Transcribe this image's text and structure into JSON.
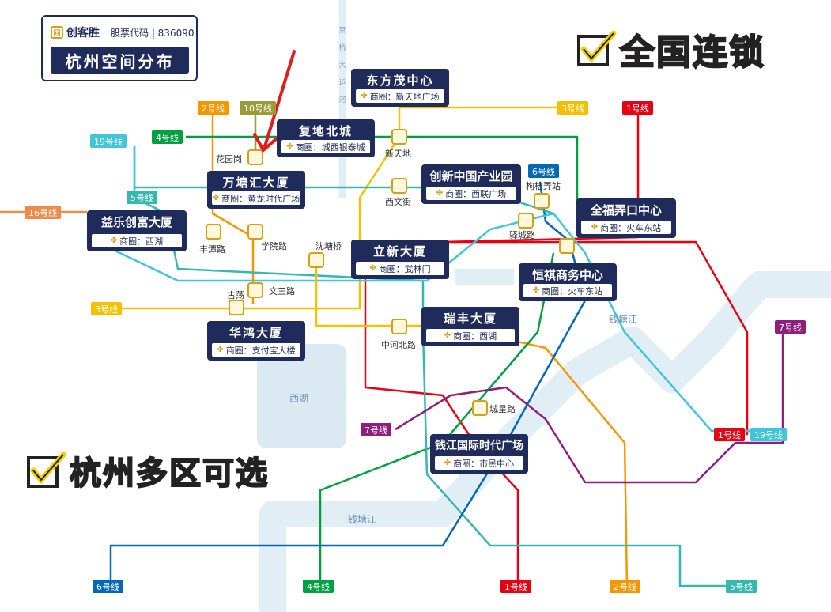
{
  "header": {
    "brand": "创客胜",
    "stock_code": "股票代码 | 836090",
    "title": "杭州空间分布"
  },
  "stamps": {
    "national": "全国连锁",
    "districts": "杭州多区可选"
  },
  "stations": [
    {
      "name": "东方茂中心",
      "area": "商圈：新天地广场"
    },
    {
      "name": "复地北城",
      "area": "商圈：城西银泰城"
    },
    {
      "name": "万塘汇大厦",
      "area": "商圈：黄龙时代广场"
    },
    {
      "name": "创新中国产业园",
      "area": "商圈：西联广场"
    },
    {
      "name": "全福弄口中心",
      "area": "商圈：火车东站"
    },
    {
      "name": "益乐创富大厦",
      "area": "商圈：西湖"
    },
    {
      "name": "立新大厦",
      "area": "商圈：武林门"
    },
    {
      "name": "恒祺商务中心",
      "area": "商圈：火车东站"
    },
    {
      "name": "瑞丰大厦",
      "area": "商圈：西湖"
    },
    {
      "name": "华鸿大厦",
      "area": "商圈：支付宝大楼"
    },
    {
      "name": "钱江国际时代广场",
      "area": "商圈：市民中心"
    }
  ],
  "line_tags": [
    {
      "label": "2号线",
      "color": "#f39800"
    },
    {
      "label": "10号线",
      "color": "#9b9b3a"
    },
    {
      "label": "3号线",
      "color": "#f5c000"
    },
    {
      "label": "1号线",
      "color": "#e60012"
    },
    {
      "label": "19号线",
      "color": "#3fc6d8"
    },
    {
      "label": "4号线",
      "color": "#00a040"
    },
    {
      "label": "6号线",
      "color": "#0068b7"
    },
    {
      "label": "5号线",
      "color": "#35b8b0"
    },
    {
      "label": "16号线",
      "color": "#f08a4b"
    },
    {
      "label": "3号线",
      "color": "#f5c000"
    },
    {
      "label": "7号线",
      "color": "#8e1f7d"
    },
    {
      "label": "7号线",
      "color": "#8e1f7d"
    },
    {
      "label": "1号线",
      "color": "#e60012"
    },
    {
      "label": "19号线",
      "color": "#3fc6d8"
    },
    {
      "label": "6号线",
      "color": "#0068b7"
    },
    {
      "label": "4号线",
      "color": "#00a040"
    },
    {
      "label": "1号线",
      "color": "#e60012"
    },
    {
      "label": "2号线",
      "color": "#f39800"
    },
    {
      "label": "5号线",
      "color": "#35b8b0"
    }
  ],
  "stop_labels": [
    "花园岗",
    "新天地",
    "西文街",
    "枸桔弄站",
    "驿城路",
    "丰潭路",
    "学院路",
    "沈塘桥",
    "古荡",
    "文三路",
    "中河北路",
    "城星路"
  ],
  "water_labels": {
    "west_lake": "西湖",
    "qiantang_1": "钱塘江",
    "qiantang_2": "钱塘江",
    "canal": "京杭大运河"
  },
  "colors": {
    "navy": "#1f2b5b",
    "gold": "#d4a017",
    "river": "#e2eef6",
    "lake": "#dbe9f3"
  }
}
